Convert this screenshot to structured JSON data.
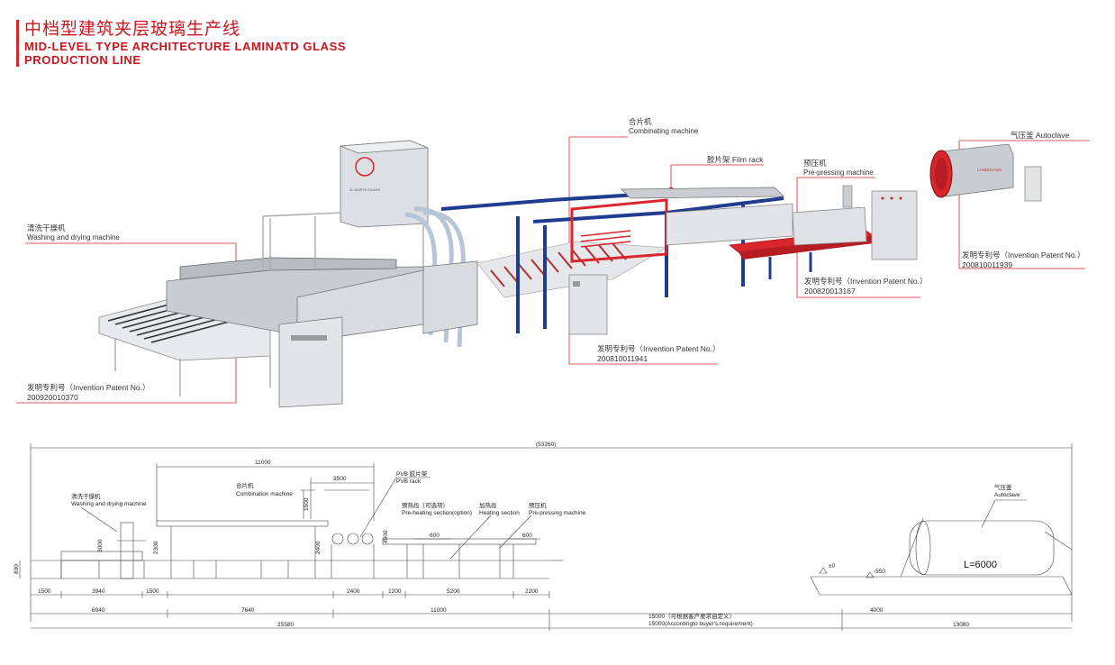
{
  "header": {
    "title_cn": "中档型建筑夹层玻璃生产线",
    "title_en_line1": "MID-LEVEL TYPE ARCHITECTURE LAMINATD GLASS",
    "title_en_line2": "PRODUCTION LINE"
  },
  "machines": {
    "washing": {
      "cn": "清洗干燥机",
      "en": "Washing and drying machine",
      "patent_label": "发明专利号（Invention Patent No.）",
      "patent_no": "200920010370"
    },
    "combining": {
      "cn": "合片机",
      "en": "Combinating machine",
      "patent_label": "发明专利号（Invention Patent No.）",
      "patent_no": "200810011941"
    },
    "film_rack": {
      "label": "胶片架 Film rack"
    },
    "prepress": {
      "cn": "预压机",
      "en": "Pre-pressing machine",
      "patent_label": "发明专利号（Invention Patent No.）",
      "patent_no": "200820013167"
    },
    "autoclave": {
      "label": "气压釜 Autoclave",
      "patent_label": "发明专利号（Invention Patent No.）",
      "patent_no": "200810011939"
    }
  },
  "panel_text": {
    "brand": "ZL NORTH GLASS",
    "autoclave_brand": "LANDGLASS"
  },
  "drawing": {
    "labels": {
      "washing_cn": "清洗干燥机",
      "washing_en": "Washing and drying machine",
      "combination_cn": "合片机",
      "combination_en": "Combination machine",
      "pvb_cn": "PVB 胶片架",
      "pvb_en": "PVB rack",
      "preheat_cn": "预热段（可选项）",
      "preheat_en": "Pre-heating section(option)",
      "heating_cn": "加热段",
      "heating_en": "Heating section",
      "prepress_cn": "预压机",
      "prepress_en": "Pre-pressing machine",
      "autoclave_cn": "气压釜",
      "autoclave_en": "Autoclave",
      "autoclave_length": "L=6000",
      "note_cn": "15000（可根据客户要求自定义）",
      "note_en": "15000(Accordingto buyer's requirement)"
    },
    "dims": {
      "total": "(53260)",
      "d11000_top": "11000",
      "d3500": "3500",
      "d1500v": "1500",
      "d3000": "3000",
      "d2300": "2300",
      "d2400v": "2400",
      "d4500": "4500",
      "d600a": "600",
      "d600b": "600",
      "d830": "830",
      "d0": "±0",
      "dm550": "-550",
      "b1500a": "1500",
      "b3940": "3940",
      "b1500b": "1500",
      "b2400": "2400",
      "b1200": "1200",
      "b5200": "5200",
      "b2200": "2200",
      "c6940": "6940",
      "c7640": "7640",
      "c11000": "11000",
      "c4000": "4000",
      "e25580": "25580",
      "e13080": "13080"
    }
  },
  "colors": {
    "accent": "#d6262c",
    "blue_frame": "#1f3c8f",
    "red_frame": "#d9262c",
    "steel": "#c9ccd1"
  }
}
